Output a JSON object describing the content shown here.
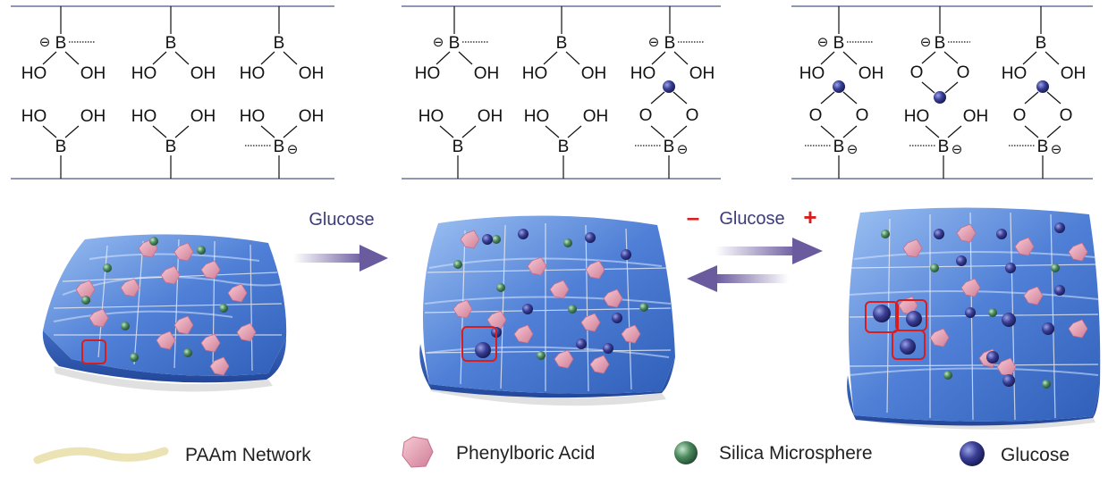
{
  "annotations": {
    "glucose_arrow_label": "Glucose",
    "minus_sign": "–",
    "reversible_glucose_label": "Glucose",
    "plus_sign": "+"
  },
  "chem_labels": {
    "boron": "B",
    "hydroxyl_left": "HO",
    "hydroxyl_right": "OH",
    "oxygen": "O",
    "anion_charge": "⊖"
  },
  "legend": [
    {
      "label": "PAAm Network",
      "icon": "wavy-strand-icon"
    },
    {
      "label": "Phenylboric Acid",
      "icon": "pink-polyhedron-icon"
    },
    {
      "label": "Silica Microsphere",
      "icon": "green-sphere-icon"
    },
    {
      "label": "Glucose",
      "icon": "navy-sphere-icon"
    }
  ],
  "colors": {
    "gel_blue": "#4f7fd6",
    "phenylboric_pink": "#e7a0b4",
    "silica_green": "#4c8a5f",
    "glucose_navy": "#2a2f7a",
    "arrow_purple": "#6a5a9e",
    "highlight_red": "#d91c1c",
    "polymer_cream": "#ece3b4"
  }
}
